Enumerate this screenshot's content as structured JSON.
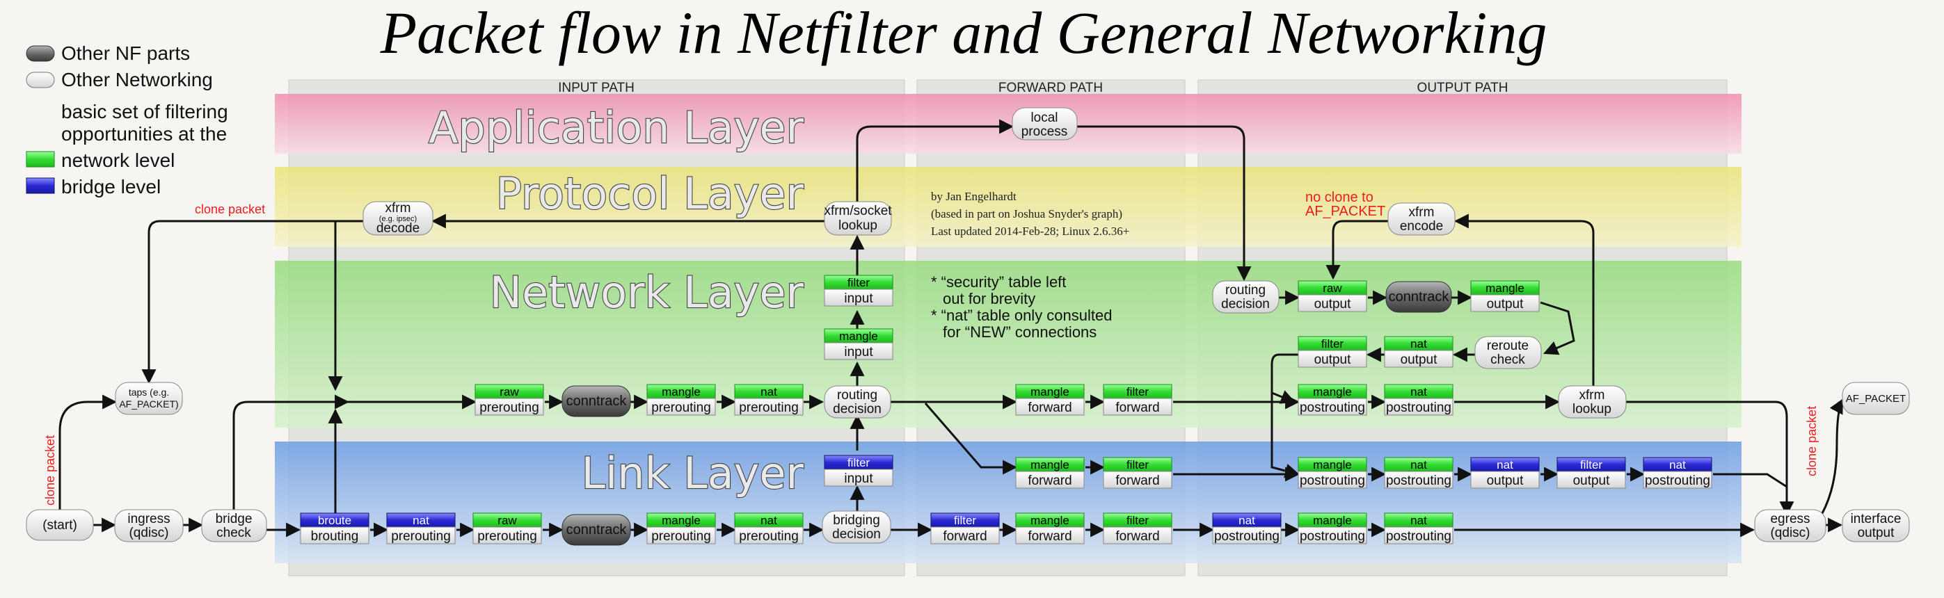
{
  "title": "Packet flow in Netfilter and General Networking",
  "legend": {
    "other_nf": "Other NF parts",
    "other_net": "Other Networking",
    "basic1": "basic set of filtering",
    "basic2": "opportunities at the",
    "network": "network level",
    "bridge": "bridge level"
  },
  "paths": {
    "input": "INPUT PATH",
    "forward": "FORWARD PATH",
    "output": "OUTPUT PATH"
  },
  "layers": {
    "application": "Application Layer",
    "protocol": "Protocol Layer",
    "network": "Network Layer",
    "link": "Link Layer"
  },
  "credits": {
    "line1": "by Jan Engelhardt",
    "line2": "(based in part on Joshua Snyder's graph)",
    "line3": "Last updated 2014-Feb-28; Linux 2.6.36+"
  },
  "notes": {
    "n1": "* “security” table left",
    "n2": "out for brevity",
    "n3": "* “nat” table only consulted",
    "n4": "for “NEW” connections"
  },
  "annotations": {
    "clone_packet": "clone packet",
    "no_clone1": "no clone to",
    "no_clone2": "AF_PACKET"
  },
  "nodes": {
    "local_process": [
      "local",
      "process"
    ],
    "xfrm_decode": [
      "xfrm",
      "(e.g. ipsec)",
      "decode"
    ],
    "xfrm_socket": [
      "xfrm/socket",
      "lookup"
    ],
    "xfrm_encode": [
      "xfrm",
      "encode"
    ],
    "routing_decision_out": [
      "routing",
      "decision"
    ],
    "reroute_check": [
      "reroute",
      "check"
    ],
    "routing_decision_in": [
      "routing",
      "decision"
    ],
    "xfrm_lookup": [
      "xfrm",
      "lookup"
    ],
    "taps": [
      "taps (e.g.",
      "AF_PACKET)"
    ],
    "af_packet": "AF_PACKET",
    "start": "(start)",
    "ingress": [
      "ingress",
      "(qdisc)"
    ],
    "bridge_check": [
      "bridge",
      "check"
    ],
    "bridging_decision": [
      "bridging",
      "decision"
    ],
    "egress": [
      "egress",
      "(qdisc)"
    ],
    "interface_output": [
      "interface",
      "output"
    ],
    "conntrack": "conntrack"
  },
  "chains": {
    "filter_input_net": [
      "filter",
      "input"
    ],
    "mangle_input_net": [
      "mangle",
      "input"
    ],
    "raw_prerouting_net": [
      "raw",
      "prerouting"
    ],
    "mangle_prerouting_net": [
      "mangle",
      "prerouting"
    ],
    "nat_prerouting_net": [
      "nat",
      "prerouting"
    ],
    "mangle_forward_net": [
      "mangle",
      "forward"
    ],
    "filter_forward_net": [
      "filter",
      "forward"
    ],
    "raw_output": [
      "raw",
      "output"
    ],
    "mangle_output": [
      "mangle",
      "output"
    ],
    "filter_output_net": [
      "filter",
      "output"
    ],
    "nat_output_net": [
      "nat",
      "output"
    ],
    "mangle_postrouting_net": [
      "mangle",
      "postrouting"
    ],
    "nat_postrouting_net": [
      "nat",
      "postrouting"
    ],
    "filter_input_br": [
      "filter",
      "input"
    ],
    "mangle_forward_lk": [
      "mangle",
      "forward"
    ],
    "filter_forward_lk": [
      "filter",
      "forward"
    ],
    "mangle_postrouting_lk": [
      "mangle",
      "postrouting"
    ],
    "nat_postrouting_lk": [
      "nat",
      "postrouting"
    ],
    "nat_output_br": [
      "nat",
      "output"
    ],
    "filter_output_br": [
      "filter",
      "output"
    ],
    "nat_postrouting_br": [
      "nat",
      "postrouting"
    ],
    "broute_brouting": [
      "broute",
      "brouting"
    ],
    "nat_prerouting_br": [
      "nat",
      "prerouting"
    ],
    "raw_prerouting_b": [
      "raw",
      "prerouting"
    ],
    "mangle_prerouting_b": [
      "mangle",
      "prerouting"
    ],
    "nat_prerouting_b": [
      "nat",
      "prerouting"
    ],
    "filter_forward_br": [
      "filter",
      "forward"
    ],
    "mangle_forward_b": [
      "mangle",
      "forward"
    ],
    "filter_forward_b": [
      "filter",
      "forward"
    ],
    "nat_postrouting_br2": [
      "nat",
      "postrouting"
    ],
    "mangle_postrouting_b": [
      "mangle",
      "postrouting"
    ],
    "nat_postrouting_b": [
      "nat",
      "postrouting"
    ]
  },
  "colors": {
    "nf_green": "#33dd33",
    "bridge_blue": "#2222cc",
    "application": "#f2a7bf",
    "protocol": "#eeea92",
    "network": "#a8e494",
    "link": "#80aaea"
  }
}
